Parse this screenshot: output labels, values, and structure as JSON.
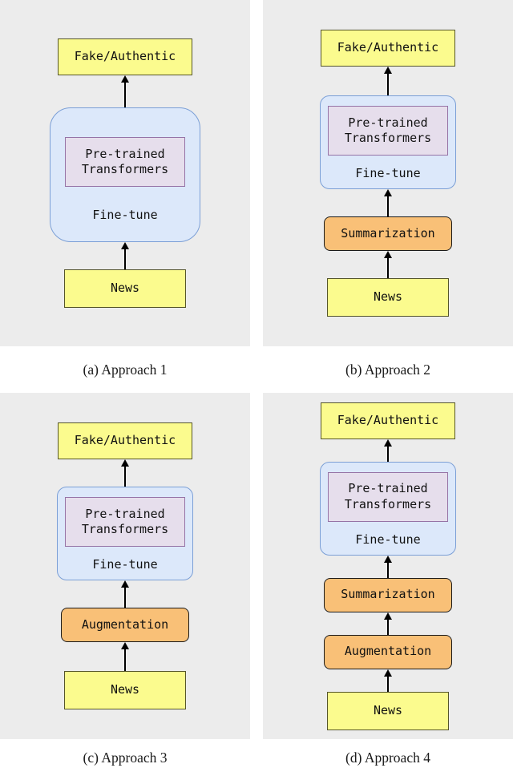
{
  "panels": [
    {
      "caption": "(a) Approach 1",
      "nodes": {
        "output": "Fake/Authentic",
        "transformer": "Pre-trained Transformers",
        "finetune": "Fine-tune",
        "input": "News"
      }
    },
    {
      "caption": "(b) Approach 2",
      "nodes": {
        "output": "Fake/Authentic",
        "transformer": "Pre-trained Transformers",
        "finetune": "Fine-tune",
        "summarization": "Summarization",
        "input": "News"
      }
    },
    {
      "caption": "(c) Approach 3",
      "nodes": {
        "output": "Fake/Authentic",
        "transformer": "Pre-trained Transformers",
        "finetune": "Fine-tune",
        "augmentation": "Augmentation",
        "input": "News"
      }
    },
    {
      "caption": "(d) Approach 4",
      "nodes": {
        "output": "Fake/Authentic",
        "transformer": "Pre-trained Transformers",
        "finetune": "Fine-tune",
        "summarization": "Summarization",
        "augmentation": "Augmentation",
        "input": "News"
      }
    }
  ],
  "colors": {
    "panel_bg": "#ECECEC",
    "yellow_fill": "#FBFB8E",
    "yellow_border": "#55552A",
    "blue_fill": "#DCE8FA",
    "blue_border": "#7B9FD6",
    "purple_fill": "#E6DEEC",
    "purple_border": "#9673A6",
    "orange_fill": "#F9C077",
    "orange_border": "#1A1A1A",
    "arrow": "#000000"
  }
}
